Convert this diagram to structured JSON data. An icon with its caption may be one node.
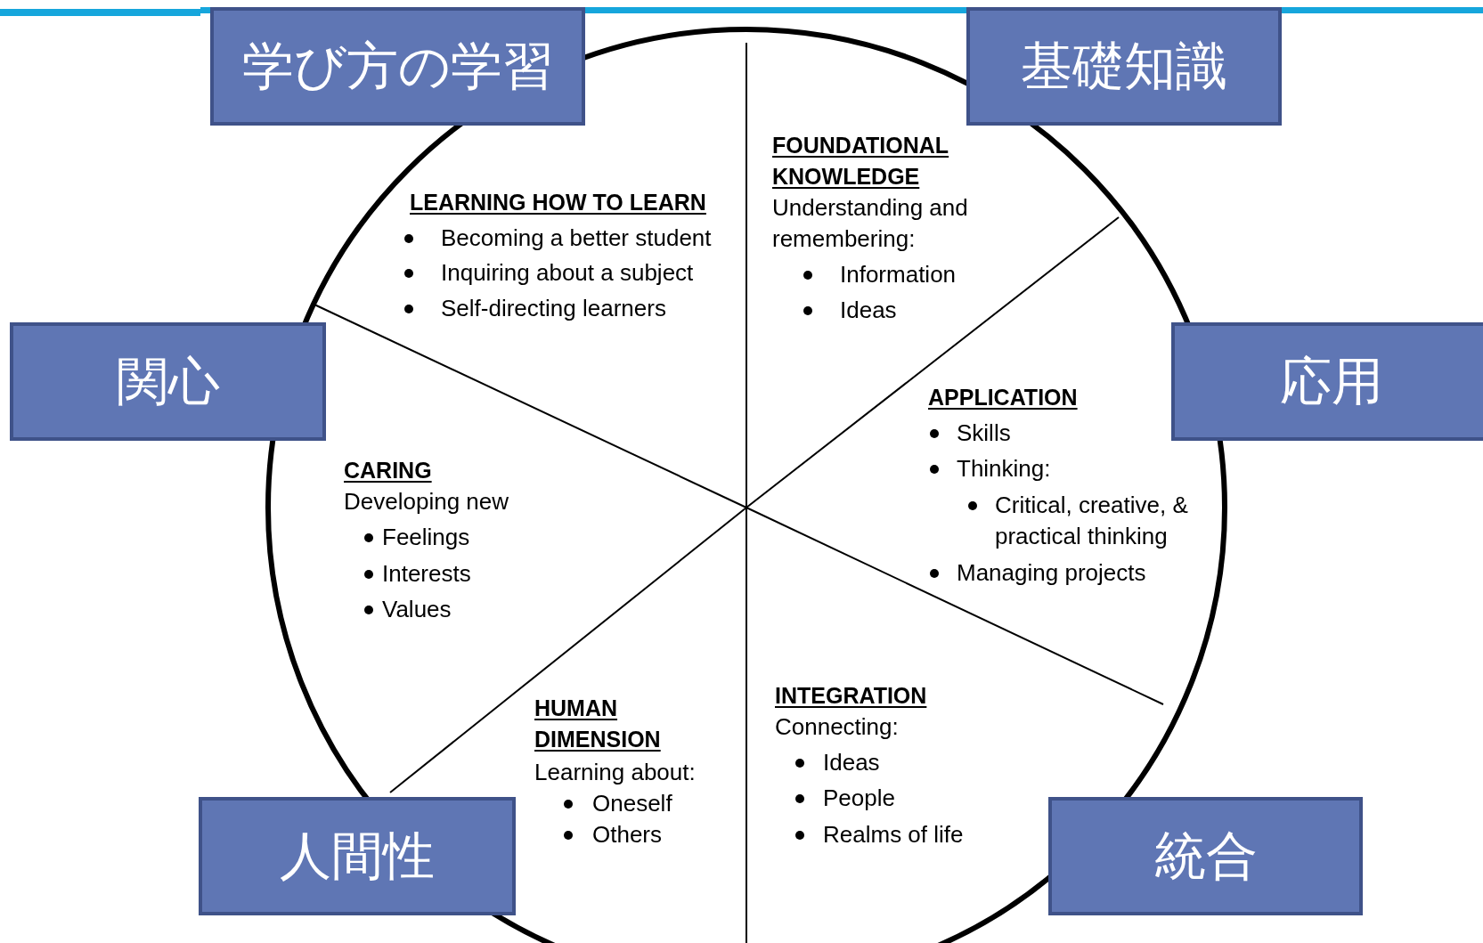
{
  "diagram": {
    "nodes": [
      {
        "text": [
          "学び方の学習"
        ]
      },
      {
        "text": [
          "基礎知識"
        ]
      },
      {
        "text": [
          "関心"
        ]
      },
      {
        "text": [
          "応用"
        ]
      },
      {
        "text": [
          "人間性"
        ]
      },
      {
        "text": [
          "統合"
        ]
      }
    ],
    "labels": [
      "LEARNING HOW TO LEARN",
      "Becoming a better student",
      "Inquiring about a subject",
      "Self-directing learners",
      "FOUNDATIONAL KNOWLEDGE",
      "Understanding and remembering:",
      "Information",
      "Ideas",
      "APPLICATION",
      "Skills",
      "Thinking:",
      "Critical, creative, & practical thinking",
      "Managing projects",
      "CARING",
      "Developing new",
      "Feelings",
      "Interests",
      "Values",
      "HUMAN DIMENSION",
      "Learning about:",
      "Oneself",
      "Others",
      "INTEGRATION",
      "Connecting:",
      "Ideas",
      "People",
      "Realms of life"
    ]
  }
}
